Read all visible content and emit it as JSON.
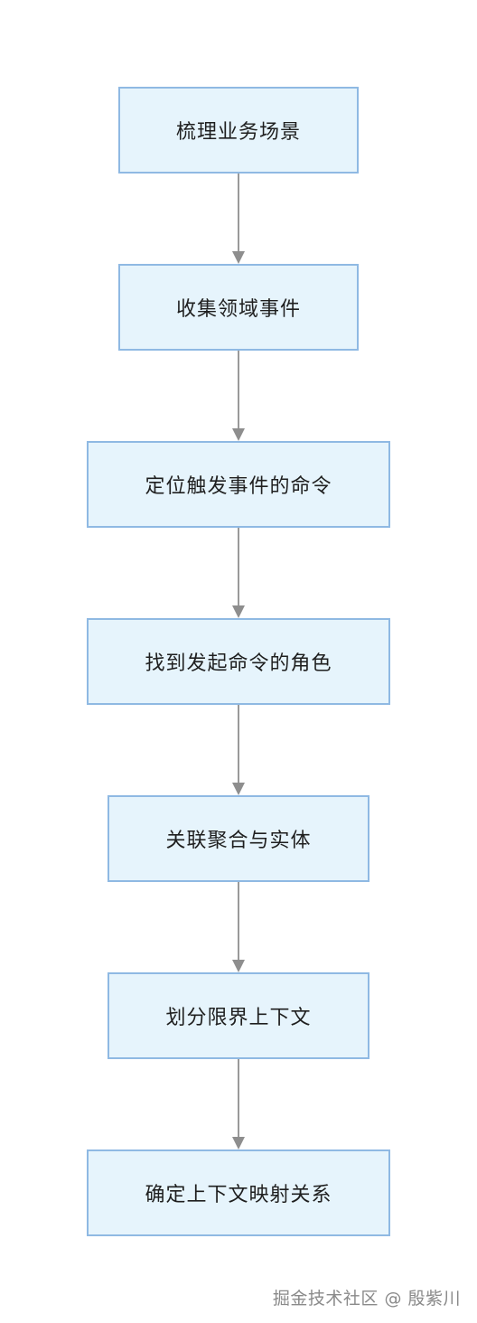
{
  "flowchart": {
    "steps": [
      {
        "label": "梳理业务场景"
      },
      {
        "label": "收集领域事件"
      },
      {
        "label": "定位触发事件的命令"
      },
      {
        "label": "找到发起命令的角色"
      },
      {
        "label": "关联聚合与实体"
      },
      {
        "label": "划分限界上下文"
      },
      {
        "label": "确定上下文映射关系"
      }
    ]
  },
  "watermark": {
    "text": "掘金技术社区 @ 殷紫川"
  },
  "colors": {
    "box_fill": "#e6f4fc",
    "box_border": "#8fb9e3",
    "connector": "#9a9a9a",
    "text": "#1f1f1f"
  }
}
